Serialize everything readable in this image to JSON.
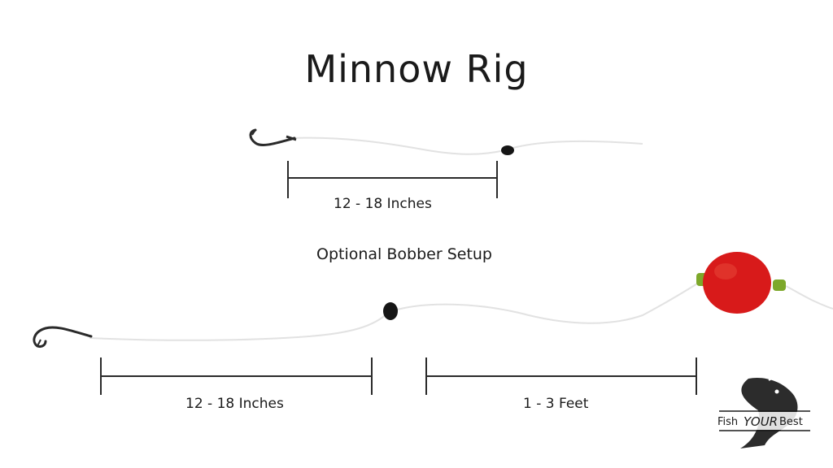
{
  "title": "Minnow Rig",
  "top_rig": {
    "measure_label": "12 - 18 Inches"
  },
  "bobber_section": {
    "heading": "Optional Bobber Setup",
    "measure_left_label": "12 - 18 Inches",
    "measure_right_label": "1 - 3 Feet"
  },
  "logo": {
    "word_1": "Fish",
    "word_2": "YOUR",
    "word_3": "Best"
  },
  "colors": {
    "bobber": "#d81a1a",
    "bobber_stopper": "#7da82a",
    "line": "#e2e2e2",
    "ink": "#1a1a1a"
  }
}
